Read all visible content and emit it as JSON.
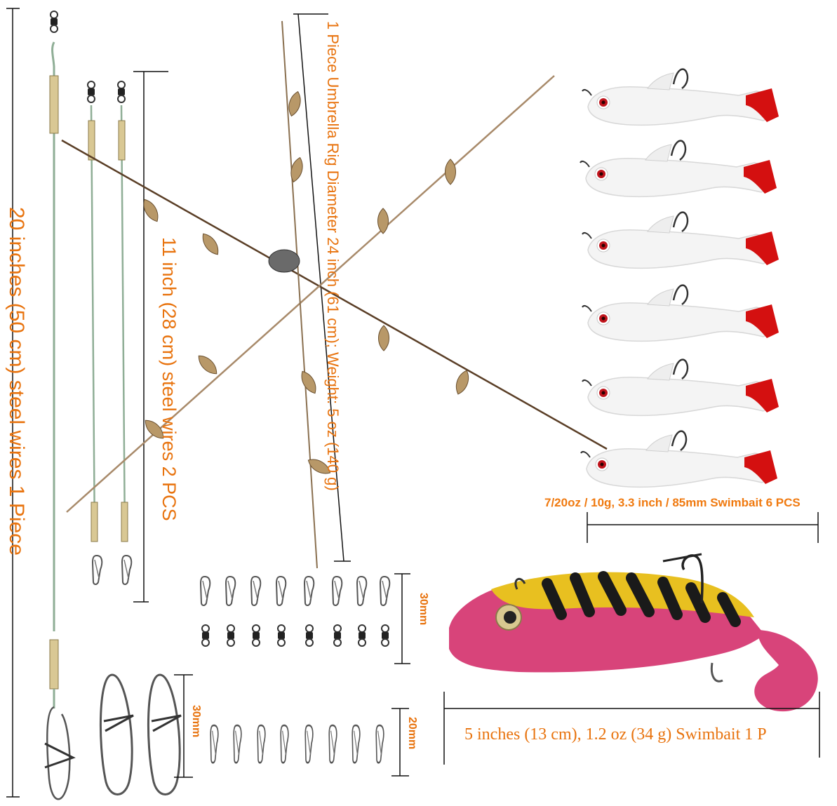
{
  "labels": {
    "steel_20in": "20 inches (50 cm) steel wires 1 Piece",
    "steel_11in": "11 inch (28 cm) steel wires 2 PCS",
    "umbrella": "1 Piece Umbrella Rig Diameter 24 inch (61 cm); Weight: 5 oz (140 g)",
    "snap_30mm_upper": "30mm",
    "snap_30mm_lower": "30mm",
    "snap_20mm": "20mm",
    "swimbait_6pcs": "7/20oz / 10g, 3.3 inch / 85mm Swimbait 6 PCS",
    "swimbait_1p": "5 inches (13 cm), 1.2 oz (34 g) Swimbait 1 P"
  },
  "colors": {
    "label_orange": "#e8730e",
    "wire_green": "#8fae96",
    "rig_bronze": "#7a5a3a",
    "blade_gold": "#b89868",
    "bait_white": "#f4f4f4",
    "bait_tail_red": "#d41010",
    "bait_pink": "#d8447a",
    "bait_yellow": "#e8c020",
    "dim_line": "#222222"
  },
  "icons": [
    "swivel-icon",
    "snap-icon",
    "willow-blade-icon",
    "hook-icon"
  ],
  "counts": {
    "white_swimbaits": 6,
    "snap_swivels": 8,
    "small_snaps": 8,
    "large_snaps": 2
  }
}
